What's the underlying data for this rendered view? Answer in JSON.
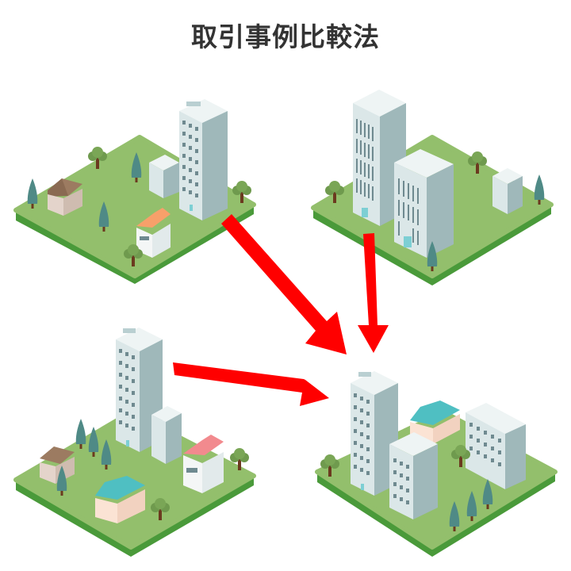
{
  "title": "取引事例比較法",
  "colors": {
    "title_text": "#333333",
    "grass_top": "#93bf6c",
    "grass_side": "#4a9a3a",
    "building_light": "#dbe7e8",
    "building_shade": "#9fb8ba",
    "roof": "#eef4f4",
    "window": "#6f8a90",
    "entrance": "#7dcfd4",
    "tree_round": "#6f9a4e",
    "tree_cone": "#4f8a86",
    "trunk": "#6b3a1f",
    "house_brown_roof": "#9c7b61",
    "house_brown_wall": "#e4d4cb",
    "house_orange_roof": "#f7a06a",
    "house_pink_roof": "#f28a8e",
    "house_teal_roof": "#4fbfc2",
    "house_peach_wall": "#fbe3d4",
    "arrow": "#ff0000"
  },
  "panels": [
    {
      "id": "case-1",
      "position": "top-left",
      "contents": [
        "tall-apartment-tower",
        "small-office",
        "brown-house",
        "orange-roof-townhouses",
        "round-trees",
        "cone-trees"
      ]
    },
    {
      "id": "case-2",
      "position": "top-right",
      "contents": [
        "office-tower",
        "office-block",
        "small-building",
        "round-trees",
        "cone-trees"
      ]
    },
    {
      "id": "case-3",
      "position": "bottom-left",
      "contents": [
        "tall-apartment-tower",
        "mid-apartment",
        "brown-house",
        "pink-roof-townhouses",
        "teal-roof-house",
        "round-trees",
        "cone-trees"
      ]
    },
    {
      "id": "subject-property",
      "position": "bottom-right",
      "contents": [
        "tall-apartment-tower",
        "mid-apartment",
        "long-apartment-block",
        "teal-roof-house",
        "round-trees",
        "cone-trees"
      ]
    }
  ],
  "arrows": [
    {
      "from": "case-1",
      "to": "subject-property"
    },
    {
      "from": "case-2",
      "to": "subject-property"
    },
    {
      "from": "case-3",
      "to": "subject-property"
    }
  ]
}
